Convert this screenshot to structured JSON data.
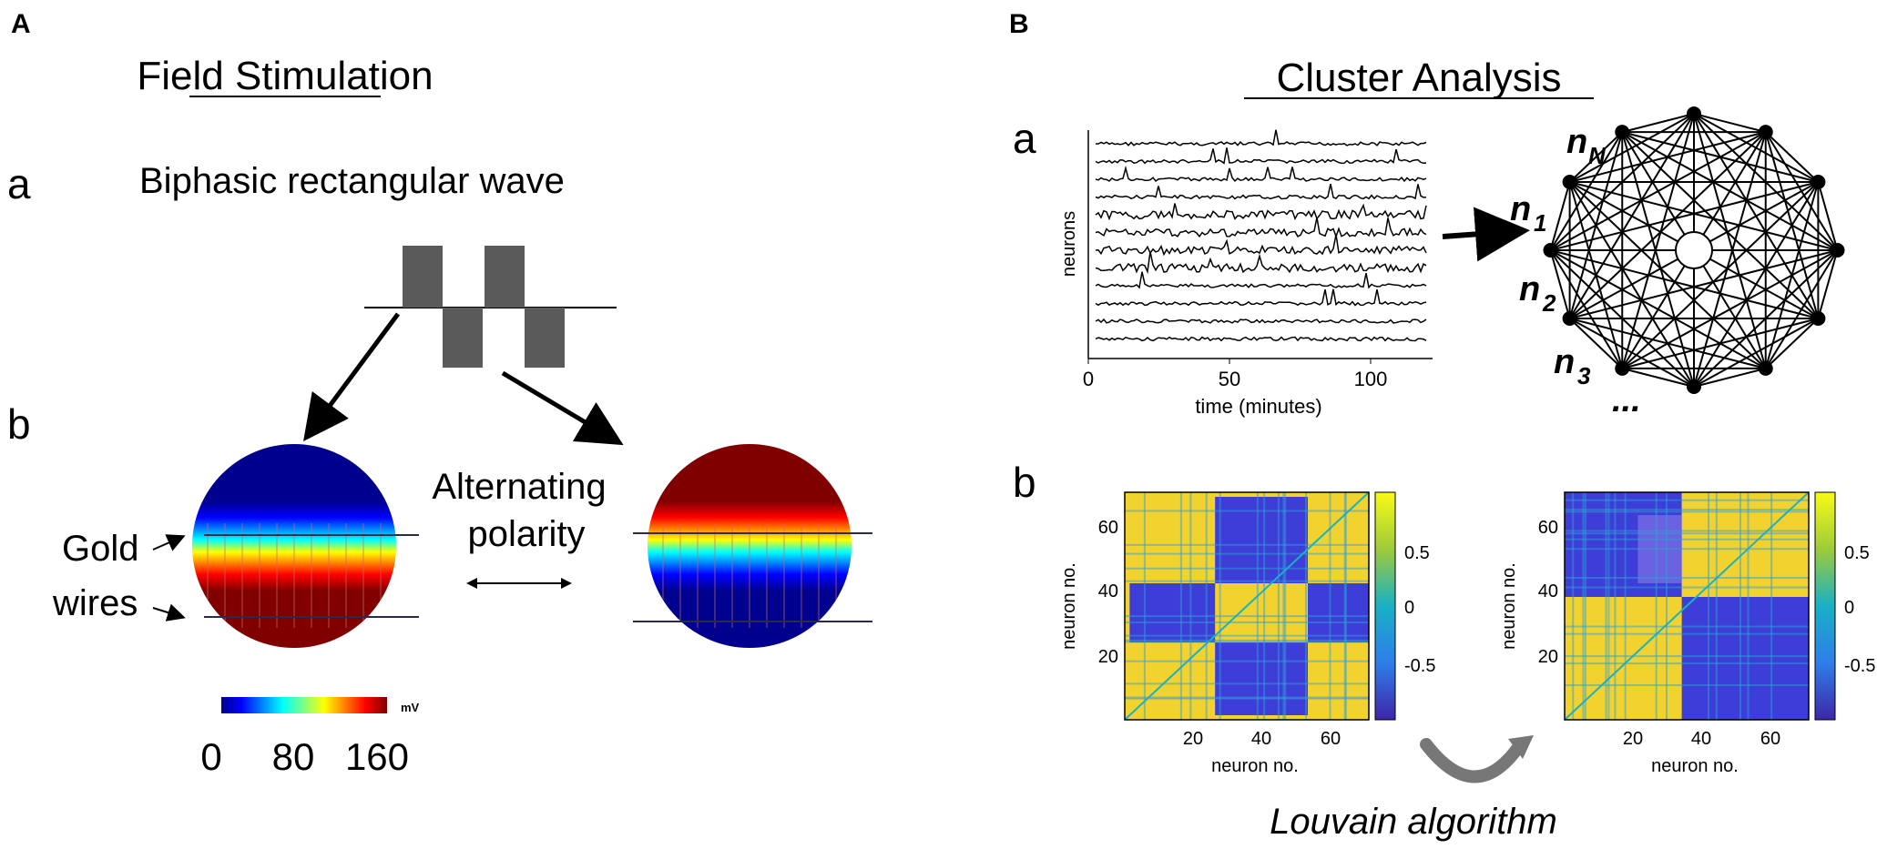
{
  "panel_a": {
    "letter": "A",
    "title": "Field Stimulation",
    "sub_a": "a",
    "sub_a_text": "Biphasic rectangular wave",
    "sub_b": "b",
    "gold": "Gold",
    "wires": "wires",
    "alt1": "Alternating",
    "alt2": "polarity",
    "colorbar_unit": "mV",
    "colorbar_ticks": [
      "0",
      "80",
      "160"
    ]
  },
  "panel_b": {
    "letter": "B",
    "title": "Cluster Analysis",
    "sub_a": "a",
    "sub_b": "b",
    "trace_ylabel": "neurons",
    "trace_xlabel": "time (minutes)",
    "trace_xticks": [
      "0",
      "50",
      "100"
    ],
    "node_labels": [
      "n",
      "N",
      "n",
      "1",
      "n",
      "2",
      "n",
      "3",
      "..."
    ],
    "matrix_xlabel": "neuron no.",
    "matrix_ylabel": "neuron no.",
    "m1_xticks": [
      "20",
      "40",
      "60"
    ],
    "m1_yticks": [
      "60",
      "40",
      "20"
    ],
    "m2_xticks": [
      "20",
      "40",
      "60"
    ],
    "m2_yticks": [
      "60",
      "40",
      "20"
    ],
    "cbar_ticks": [
      "0.5",
      "0",
      "-0.5"
    ],
    "algorithm": "Louvain algorithm"
  },
  "colors": {
    "wave": "#5a5a5a",
    "deep_blue": "#00008c",
    "deep_red": "#7d0000",
    "matrix_yellow": "#f2d22e",
    "matrix_blue": "#3d3dd8"
  }
}
